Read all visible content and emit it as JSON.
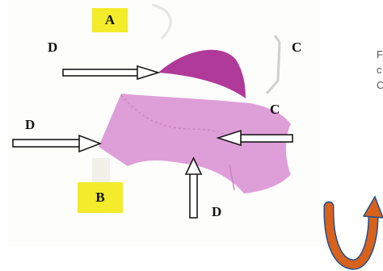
{
  "labels": {
    "panel_a": "A",
    "panel_b": "B",
    "d_top": "D",
    "c_top": "C",
    "d_left": "D",
    "c_mid": "C",
    "d_bottom": "D"
  },
  "side_text": [
    "F",
    "c",
    "C"
  ],
  "colors": {
    "label_box": "#f2ec2a",
    "tissue_dark": "#b03a9a",
    "tissue_light": "#de9fd8",
    "arrow_outline": "#1a1a1a",
    "rotate_arrow_orange": "#d8621c",
    "rotate_arrow_blue": "#1f4f8f"
  },
  "icons": {
    "rotation": "curved-rotation-arrow-icon"
  }
}
